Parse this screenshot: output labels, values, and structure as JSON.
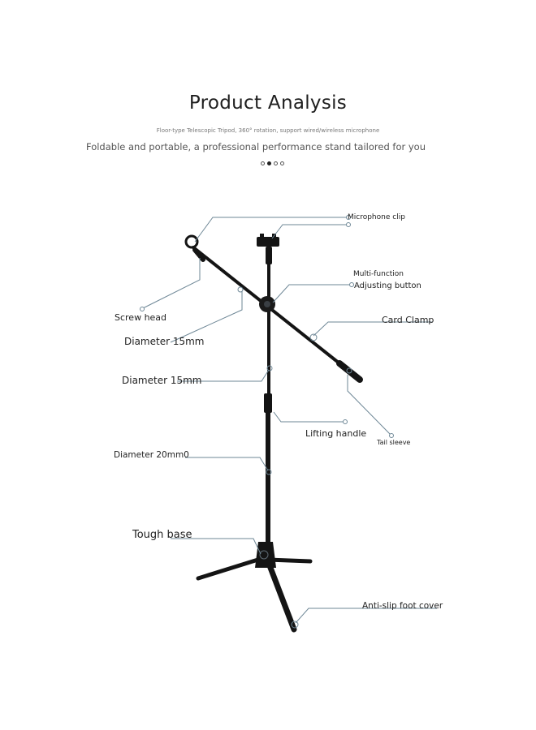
{
  "header": {
    "title": "Product Analysis",
    "subtitle": "Floor-type Telescopic Tripod, 360° rotation, support wired/wireless microphone",
    "tagline": "Foldable and portable, a professional performance stand tailored for you",
    "carousel_active_index": 1,
    "carousel_count": 4
  },
  "callouts": {
    "microphone_clip": "Microphone clip",
    "multi_function": "Multi-function",
    "adjusting_button": "Adjusting button",
    "screw_head": "Screw head",
    "card_clamp": "Card Clamp",
    "diameter_boom": "Diameter 15mm",
    "diameter_upper": "Diameter 15mm",
    "lifting_handle": "Lifting handle",
    "tail_sleeve": "Tail sleeve",
    "diameter_lower": "Diameter 20mm0",
    "tough_base": "Tough base",
    "anti_slip": "Anti-slip foot cover"
  },
  "colors": {
    "leader_line": "#6e8796",
    "stand": "#141414",
    "stand_highlight": "#3a3f44"
  }
}
